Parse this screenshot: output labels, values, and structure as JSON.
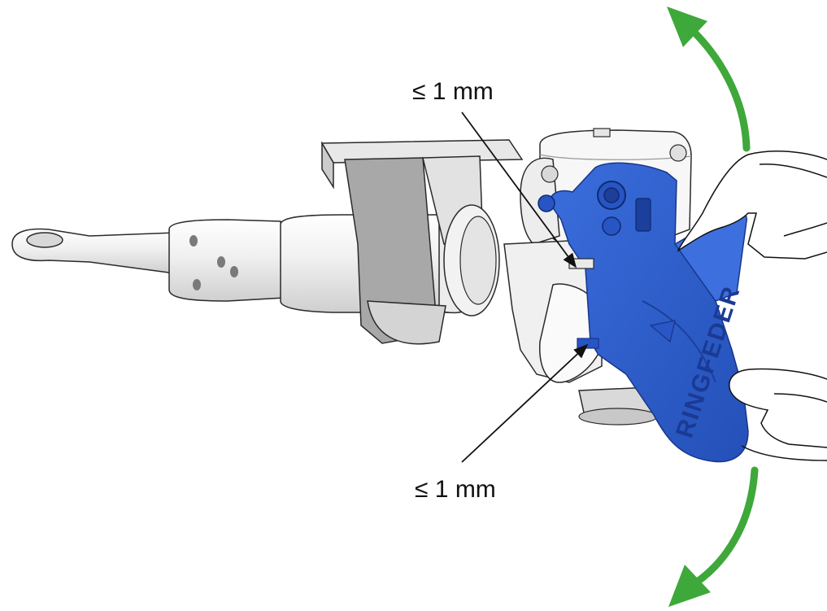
{
  "annotations": {
    "top_gap": "≤ 1 mm",
    "bottom_gap": "≤ 1 mm"
  },
  "brand": {
    "embossed_text": "RINGFEDER"
  },
  "colors": {
    "handle_blue": "#2f5fd0",
    "handle_blue_dark": "#1e45a8",
    "arrow_green": "#3ea83a",
    "metal_light": "#f4f4f4",
    "metal_mid": "#dcdcdc",
    "metal_gray": "#a8a8a8",
    "outline": "#2a2a2a"
  },
  "icons": {
    "rotation_up": "curved-arrow-up",
    "rotation_down": "curved-arrow-down",
    "hands": "hand-outline"
  }
}
